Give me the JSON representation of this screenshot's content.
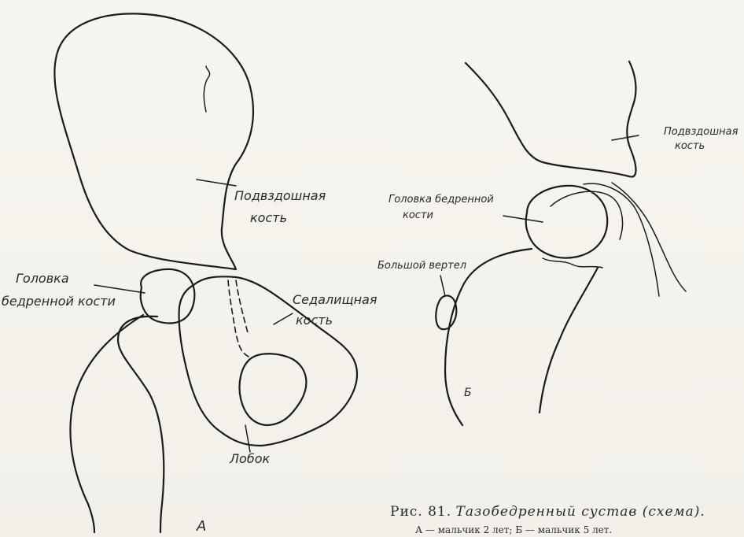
{
  "figure_a": {
    "letter": "А",
    "labels": {
      "ilium": [
        "Подвздошная",
        "кость"
      ],
      "femoral_head": [
        "Головка",
        "бедренной кости"
      ],
      "ischium": [
        "Седалищная",
        "кость"
      ],
      "pubis": "Лобок"
    }
  },
  "figure_b": {
    "letter": "Б",
    "labels": {
      "ilium": [
        "Подвздошная",
        "кость"
      ],
      "femoral_head": [
        "Головка бедренной",
        "кости"
      ],
      "greater_trochanter": "Большой вертел"
    }
  },
  "caption": {
    "number": "Рис. 81.",
    "title": "Тазобедренный сустав (схема).",
    "subtitle": "А — мальчик 2 лет; Б — мальчик 5 лет."
  }
}
